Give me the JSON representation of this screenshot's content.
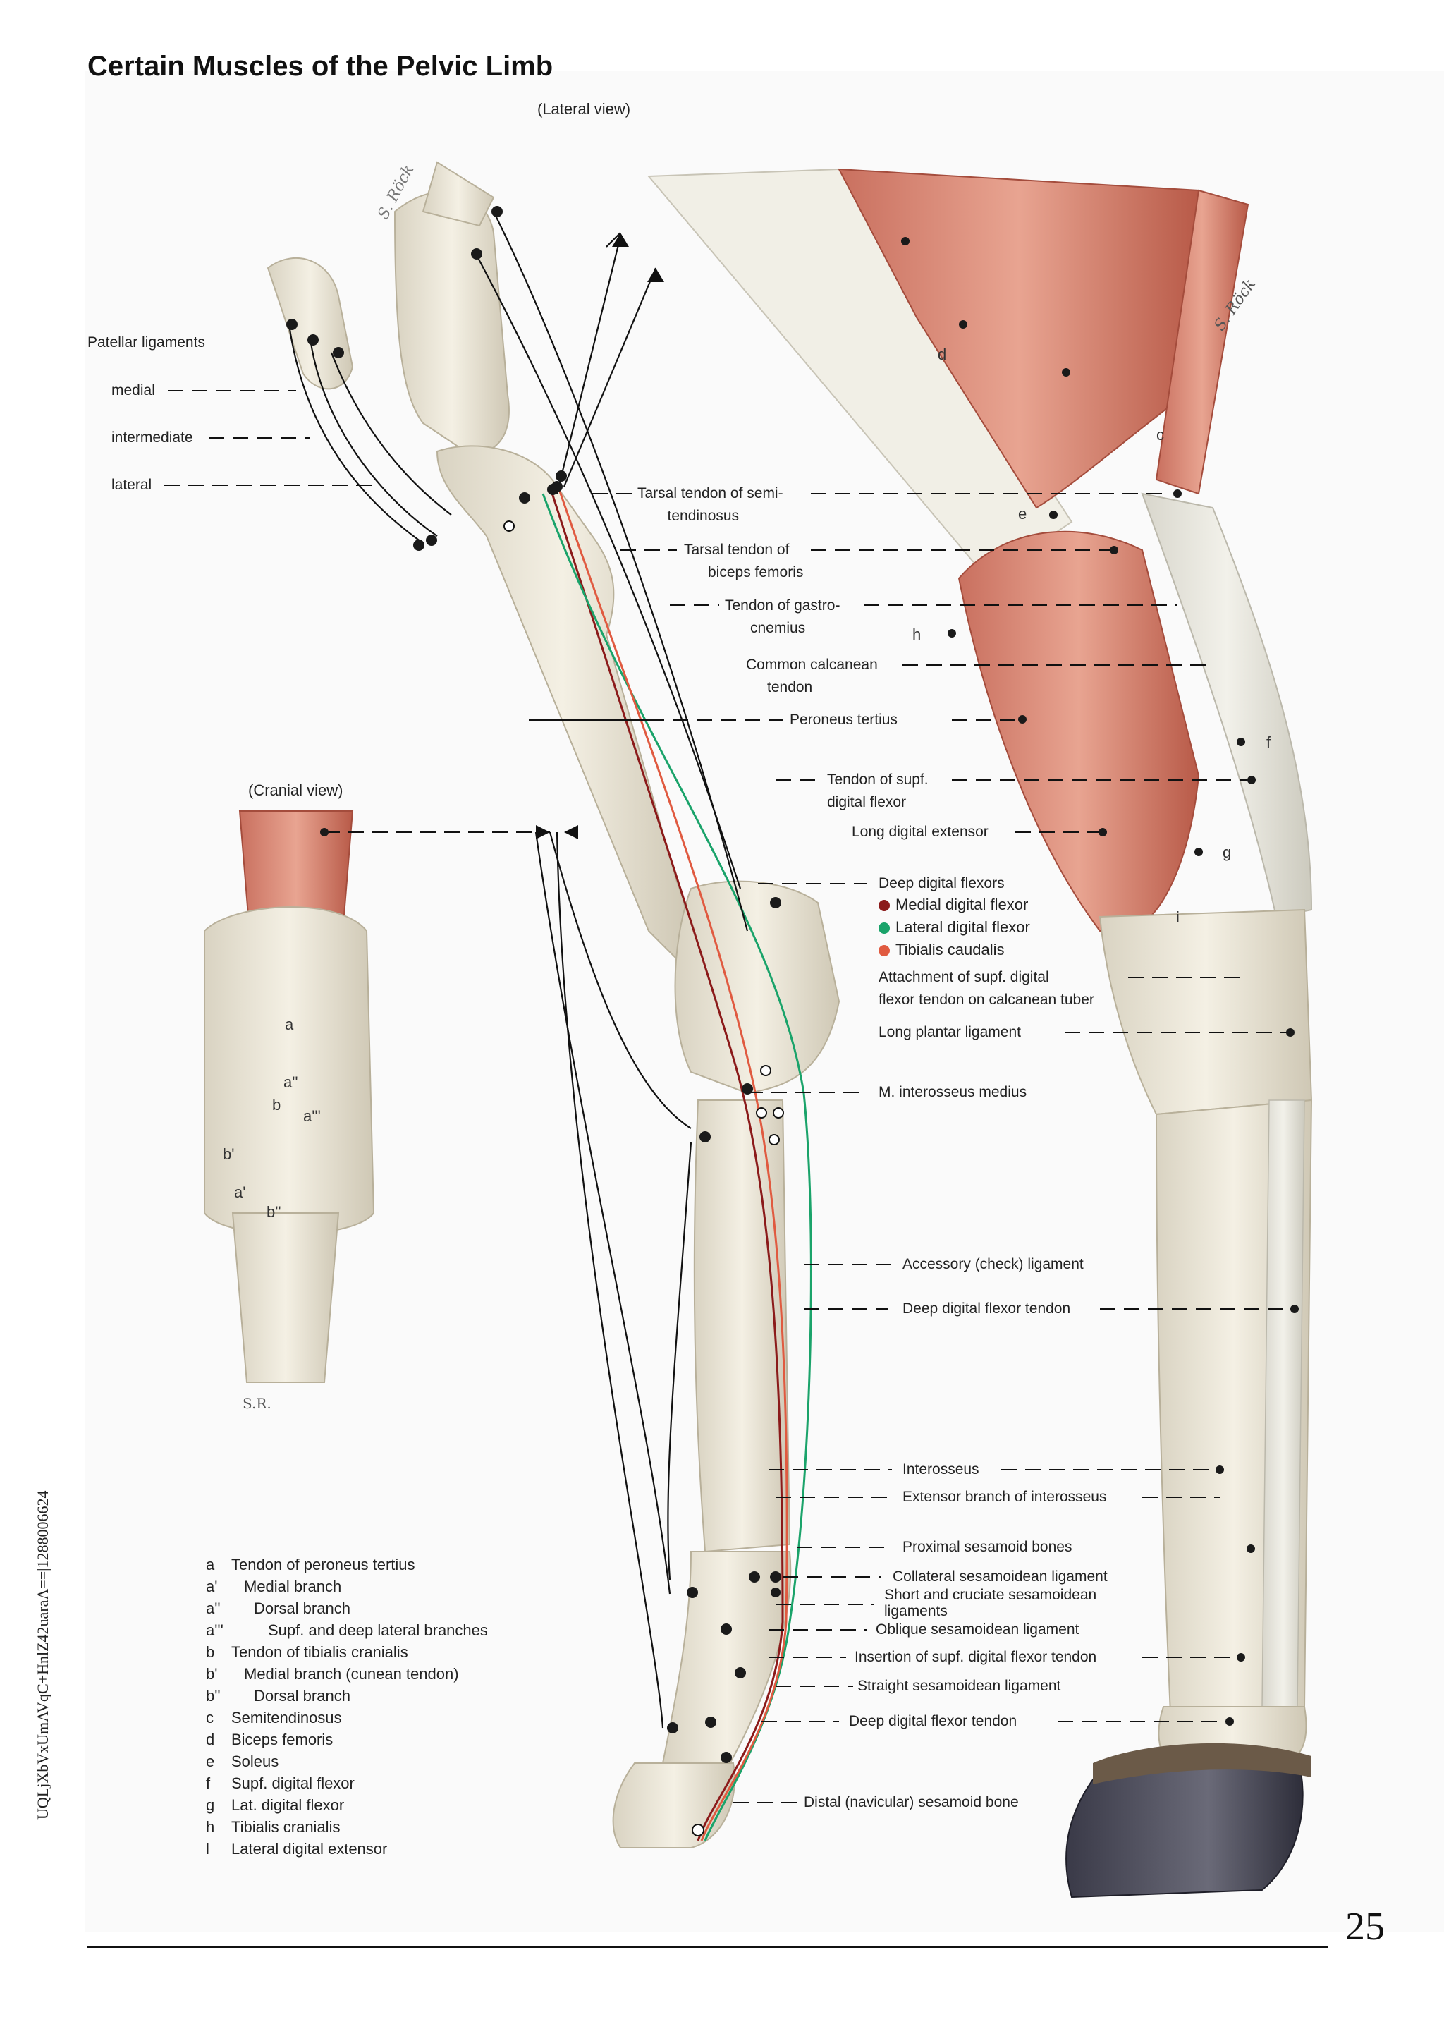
{
  "page": {
    "title": "Certain Muscles of the Pelvic Limb",
    "page_number": "25",
    "side_code": "UQLjXbVxUmAVqC+HnlZ42uaraA==|1288006624"
  },
  "views": {
    "lateral": "(Lateral view)",
    "cranial": "(Cranial view)"
  },
  "signatures": [
    "S. Röck",
    "S. Röck",
    "S.R."
  ],
  "patellar": {
    "heading": "Patellar ligaments",
    "items": [
      "medial",
      "intermediate",
      "lateral"
    ]
  },
  "callouts": {
    "tarsal_semitendinosus": [
      "Tarsal tendon of semi-",
      "tendinosus"
    ],
    "tarsal_biceps": [
      "Tarsal tendon of",
      "biceps femoris"
    ],
    "gastrocnemius": [
      "Tendon of gastro-",
      "cnemius"
    ],
    "common_calcanean": [
      "Common calcanean",
      "tendon"
    ],
    "peroneus_tertius": "Peroneus tertius",
    "supf_flexor_tendon": [
      "Tendon of supf.",
      "digital flexor"
    ],
    "long_digital_extensor": "Long digital extensor",
    "deep_digital_flexors": "Deep digital flexors",
    "attachment": [
      "Attachment of supf. digital",
      "flexor tendon on calcanean tuber"
    ],
    "long_plantar": "Long plantar ligament",
    "interosseus_medius": "M. interosseus medius",
    "accessory": "Accessory (check) ligament",
    "ddf_tendon_upper": "Deep digital flexor tendon",
    "interosseus": "Interosseus",
    "extensor_branch": "Extensor branch of interosseus",
    "proximal_sesamoid": "Proximal sesamoid bones",
    "collateral_sesamoidean": "Collateral sesamoidean ligament",
    "short_cruciate": [
      "Short and cruciate sesamoidean",
      "ligaments"
    ],
    "oblique": "Oblique sesamoidean ligament",
    "insertion_supf": "Insertion of supf. digital flexor tendon",
    "straight": "Straight sesamoidean ligament",
    "ddf_tendon_lower": "Deep digital flexor tendon",
    "distal_sesamoid": "Distal (navicular) sesamoid bone"
  },
  "flexor_legend": [
    {
      "label": "Medial digital flexor",
      "color": "#8b1a1a"
    },
    {
      "label": "Lateral digital flexor",
      "color": "#1aa36a"
    },
    {
      "label": "Tibialis caudalis",
      "color": "#e05a40"
    }
  ],
  "muscle_letters": [
    "d",
    "c",
    "e",
    "h",
    "f",
    "g",
    "i"
  ],
  "cranial_letters": [
    "a",
    "a''",
    "b",
    "a'''",
    "b'",
    "a'",
    "b''"
  ],
  "key": [
    {
      "k": "a",
      "label": "Tendon of peroneus tertius"
    },
    {
      "k": "a'",
      "label": "Medial branch"
    },
    {
      "k": "a''",
      "label": "Dorsal branch"
    },
    {
      "k": "a'''",
      "label": "Supf. and deep lateral branches"
    },
    {
      "k": "b",
      "label": "Tendon of tibialis cranialis"
    },
    {
      "k": "b'",
      "label": "Medial branch (cunean tendon)"
    },
    {
      "k": "b''",
      "label": "Dorsal branch"
    },
    {
      "k": "c",
      "label": "Semitendinosus"
    },
    {
      "k": "d",
      "label": "Biceps femoris"
    },
    {
      "k": "e",
      "label": "Soleus"
    },
    {
      "k": "f",
      "label": "Supf. digital flexor"
    },
    {
      "k": "g",
      "label": "Lat. digital flexor"
    },
    {
      "k": "h",
      "label": "Tibialis cranialis"
    },
    {
      "k": "l",
      "label": "Lateral digital extensor"
    }
  ]
}
